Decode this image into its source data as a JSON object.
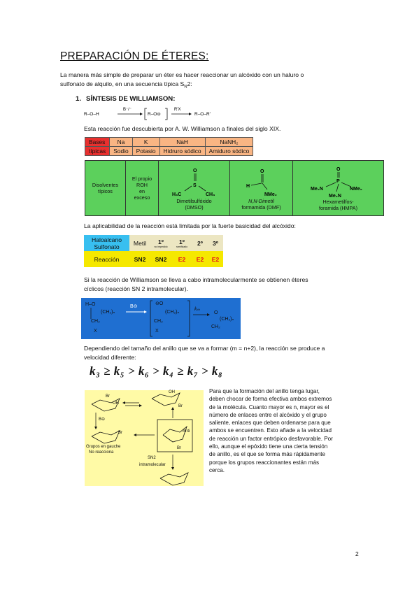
{
  "title": "PREPARACIÓN DE ÉTERES:",
  "intro_line1": "La manera más simple de preparar un éter es hacer reaccionar un alcóxido con un haluro o",
  "intro_line2": "sulfonato de alquilo, en una secuencia típica S",
  "intro_sub": "N",
  "intro_end": "2:",
  "section_number": "1.",
  "section_title": "SÍNTESIS DE WILLIAMSON:",
  "scheme1": {
    "reactant": "R–O–H",
    "base": "B⁻/⁻",
    "alkoxide": "R–O⊖",
    "reagent": "R'X",
    "product": "R–O–R'"
  },
  "discovery_text": "Esta reacción fue descubierta por A. W. Williamson a finales del siglo XIX.",
  "bases_table": {
    "header": [
      "Bases",
      "típicas"
    ],
    "items": [
      {
        "formula": "Na",
        "name": "Sodio"
      },
      {
        "formula": "K",
        "name": "Potasio"
      },
      {
        "formula": "NaH",
        "name": "Hidruro sódico"
      },
      {
        "formula": "NaNH₂",
        "name": "Amiduro sódico"
      }
    ]
  },
  "solvents": {
    "header": [
      "Disolventes",
      "típicos"
    ],
    "own_roh": [
      "El propio",
      "ROH",
      "en",
      "exceso"
    ],
    "dmso": {
      "name": "Dimetilsulfóxido",
      "abbr": "(DMSO)",
      "left": "H₃C",
      "right": "CH₃",
      "atom": "S",
      "oxygen": "O"
    },
    "dmf": {
      "name": "N,N-Dimetil",
      "name2": "formamida (DMF)",
      "h": "H",
      "nme2": "NMe₂",
      "oxygen": "O"
    },
    "hmpa": {
      "name": "Hexametilfos-",
      "name2": "foramida (HMPA)",
      "left": "Me₂N",
      "right": "NMe₂",
      "bottom": "Me₂N",
      "atom": "P",
      "oxygen": "O"
    }
  },
  "applicability_text": "La aplicabilidad de la reacción está limitada por la fuerte basicidad del alcóxido:",
  "applicability_table": {
    "row_header": [
      "Haloalcano",
      "Sulfonato"
    ],
    "reaction_label": "Reacción",
    "columns": [
      {
        "type": "Metil",
        "note": "",
        "result": "SN2",
        "red": false
      },
      {
        "type": "1º",
        "note": "no impedido",
        "result": "SN2",
        "red": false
      },
      {
        "type": "1º",
        "note": "ramificado",
        "result": "E2",
        "red": true
      },
      {
        "type": "2º",
        "note": "",
        "result": "E2",
        "red": true
      },
      {
        "type": "3º",
        "note": "",
        "result": "E2",
        "red": true
      }
    ]
  },
  "intramolecular_text1": "Si la reacción de Williamson se lleva a cabo intramolecularmente se obtienen éteres",
  "intramolecular_text2": "cíclicos (reacción SN 2 intramolecular).",
  "blue_scheme": {
    "start": "H–O",
    "chain": "(CH₂)ₙ",
    "ch2": "CH₂",
    "x": "X",
    "base": "B⊖",
    "k": "kₘ"
  },
  "ring_text1": "Dependiendo del tamaño del anillo que se va a formar (m = n+2), la reacción se produce a",
  "ring_text2": "velocidad diferente:",
  "rate_order": "k₃ ≥ k₅ > k₆ > k₄ ≥ k₇ > k₈",
  "yellow_scheme": {
    "oh": "OH",
    "br": "Br",
    "base": "B⊖",
    "gauche_label1": "Grupos en gauche",
    "gauche_label2": "No reacciona",
    "anti": "Anti",
    "sn2": "SN2",
    "intramolecular": "intramolecular"
  },
  "explanation": [
    "Para que la formación del anillo tenga lugar,",
    "deben chocar de forma efectiva ambos extremos",
    "de la molécula. Cuanto mayor es n, mayor es el",
    "número de enlaces entre el alcóxido y el grupo",
    "saliente, enlaces que deben ordenarse para que",
    "ambos se encuentren. Esto añade a la velocidad",
    "de reacción un factor entrópico desfavorable. Por",
    "ello, aunque el epóxido tiene una cierta tensión",
    "de anillo, es el que se forma más rápidamente",
    "porque los grupos reaccionantes están más",
    "cerca."
  ],
  "page_number": "2"
}
